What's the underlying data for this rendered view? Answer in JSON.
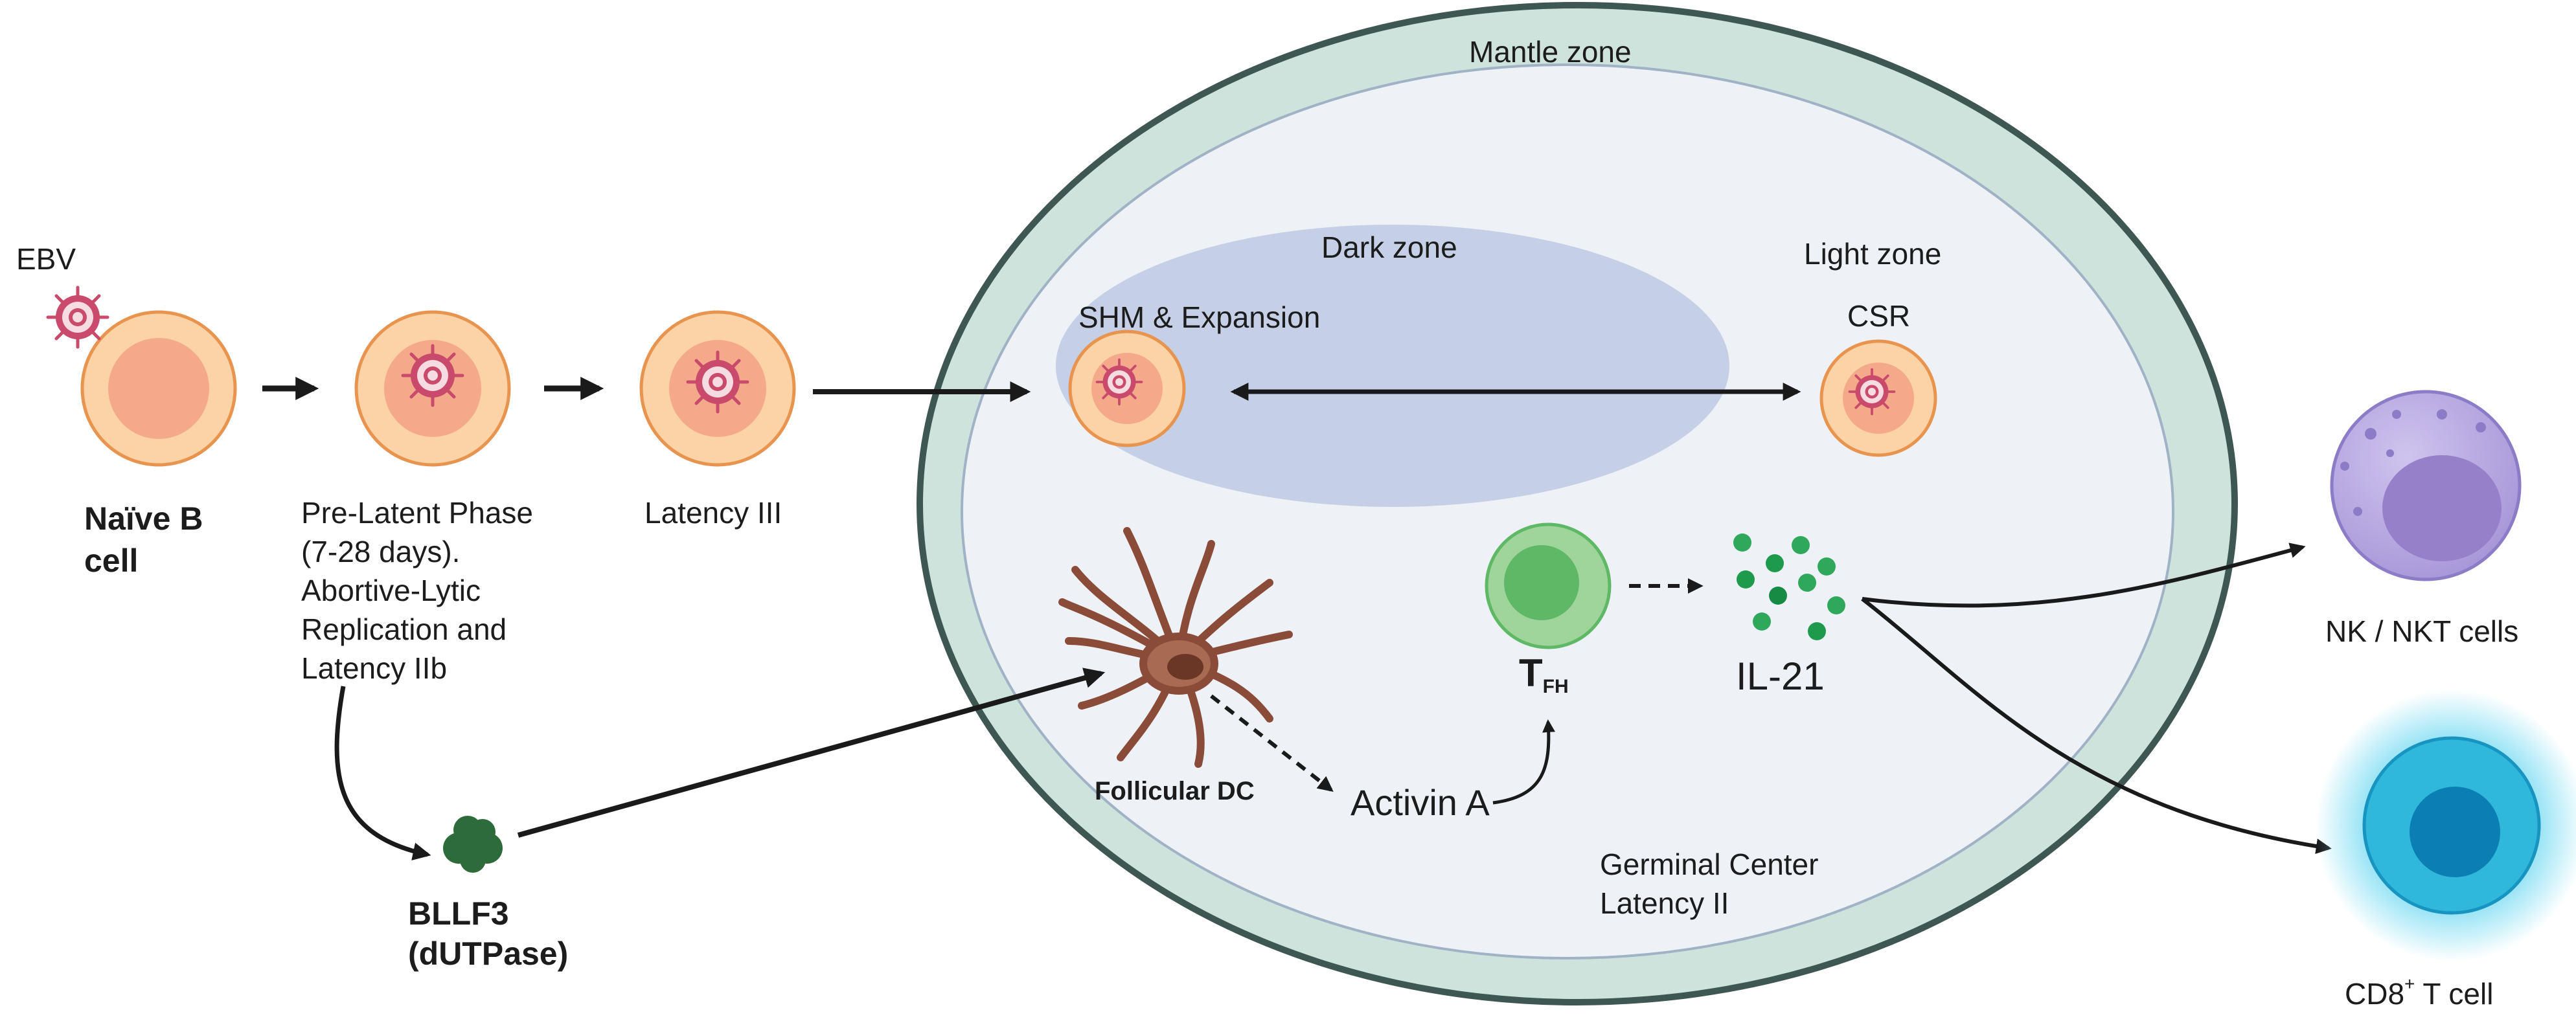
{
  "labels": {
    "ebv": "EBV",
    "naive_b_line1": "Naïve B",
    "naive_b_line2": "cell",
    "prelatent": [
      "Pre-Latent Phase",
      "(7-28 days).",
      "Abortive-Lytic",
      "Replication and",
      "Latency IIb"
    ],
    "latency_iii": "Latency III",
    "mantle_zone": "Mantle zone",
    "dark_zone": "Dark zone",
    "shm_expansion": "SHM & Expansion",
    "light_zone": "Light zone",
    "csr": "CSR",
    "tfh_main": "T",
    "tfh_sub": "FH",
    "il21": "IL-21",
    "follicular_dc": "Follicular DC",
    "activin_a": "Activin A",
    "germinal_center_line1": "Germinal Center",
    "germinal_center_line2": "Latency II",
    "bllf3_line1": "BLLF3",
    "bllf3_line2": "(dUTPase)",
    "nk_nkt": "NK / NKT cells",
    "cd8_main": "CD8",
    "cd8_sup": "+",
    "cd8_rest": " T cell"
  },
  "colors": {
    "b_cell_outer": "#fbd3a6",
    "b_cell_inner": "#f4a98b",
    "mantle_ring": "#cfe3dd",
    "germinal_center": "#eef2f6",
    "dark_zone": "#c5cfe6",
    "virus": "#c94a6a",
    "tfh": "#5fb865",
    "il21_dots": "#1e9a4d",
    "follicular_dc": "#8a4b38",
    "bllf3": "#2e6b3b",
    "nk_cell": "#b6a8de",
    "cd8_cell": "#2fb7dc"
  }
}
